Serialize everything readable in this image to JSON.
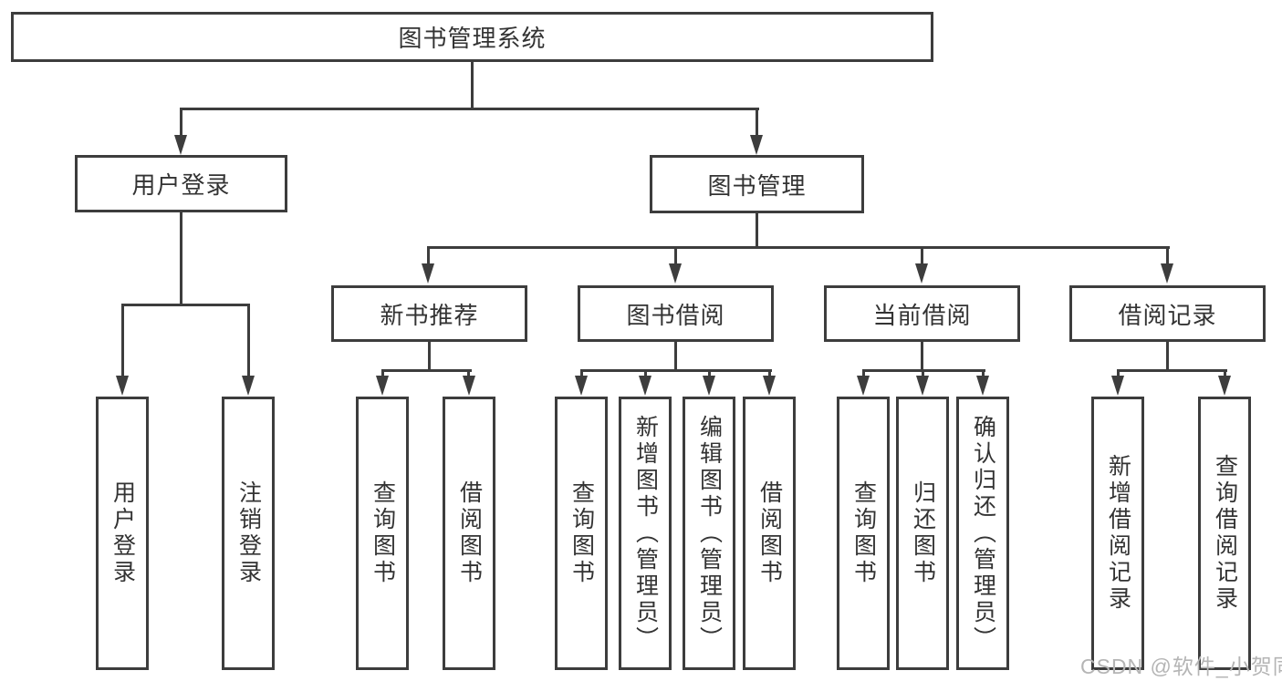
{
  "diagram": {
    "title": "图书管理系统",
    "root": {
      "label": "图书管理系统"
    },
    "branches": [
      {
        "label": "用户登录",
        "children": [
          {
            "label": "用户登录"
          },
          {
            "label": "注销登录"
          }
        ]
      },
      {
        "label": "图书管理",
        "children": [
          {
            "label": "新书推荐",
            "children": [
              {
                "label": "查询图书"
              },
              {
                "label": "借阅图书"
              }
            ]
          },
          {
            "label": "图书借阅",
            "children": [
              {
                "label": "查询图书"
              },
              {
                "label": "新增图书（管理员）"
              },
              {
                "label": "编辑图书（管理员）"
              },
              {
                "label": "借阅图书"
              }
            ]
          },
          {
            "label": "当前借阅",
            "children": [
              {
                "label": "查询图书"
              },
              {
                "label": "归还图书"
              },
              {
                "label": "确认归还（管理员）"
              }
            ]
          },
          {
            "label": "借阅记录",
            "children": [
              {
                "label": "新增借阅记录"
              },
              {
                "label": "查询借阅记录"
              }
            ]
          }
        ]
      }
    ]
  },
  "watermark": {
    "text": "CSDN @软件_小贺同学"
  },
  "colors": {
    "line": "#3d3d3d",
    "box_border": "#3d3d3d",
    "text": "#333333",
    "watermark": "#b5b5b5",
    "background": "#ffffff"
  }
}
